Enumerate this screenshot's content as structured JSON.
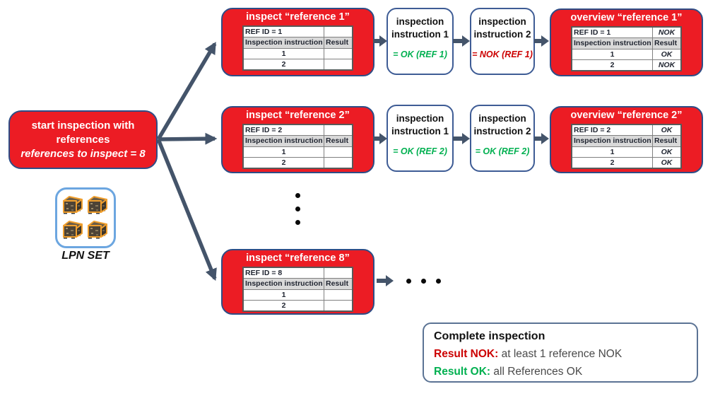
{
  "colors": {
    "node_red": "#EC1C24",
    "node_border_navy": "#2E4D86",
    "white_node_border": "#3E5C95",
    "arrow": "#44546A",
    "ok_green": "#00B050",
    "nok_red": "#CC0000",
    "table_header_bg": "#D9D9D9",
    "lpn_border_blue": "#6CA6E0"
  },
  "start_box": {
    "title": "start inspection with references",
    "subtitle": "references to inspect = 8"
  },
  "lpn": {
    "label": "LPN SET"
  },
  "row1": {
    "inspect_title": "inspect “reference 1”",
    "inspect_table": {
      "ref_id": "REF ID = 1",
      "instruction_header": "Inspection instruction",
      "result_header": "Result",
      "item1": "1",
      "item2": "2"
    },
    "instruction1": {
      "line1": "inspection",
      "line2": "instruction 1",
      "result": "= OK (REF 1)"
    },
    "instruction2": {
      "line1": "inspection",
      "line2": "instruction 2",
      "result": "= NOK (REF 1)"
    },
    "overview_title": "overview “reference 1”",
    "overview_table": {
      "ref_id": "REF ID = 1",
      "ref_result": "NOK",
      "instruction_header": "Inspection instruction",
      "result_header": "Result",
      "item1": "1",
      "item1_result": "OK",
      "item2": "2",
      "item2_result": "NOK"
    }
  },
  "row2": {
    "inspect_title": "inspect “reference 2”",
    "inspect_table": {
      "ref_id": "REF ID = 2",
      "instruction_header": "Inspection instruction",
      "result_header": "Result",
      "item1": "1",
      "item2": "2"
    },
    "instruction1": {
      "line1": "inspection",
      "line2": "instruction 1",
      "result": "= OK (REF 2)"
    },
    "instruction2": {
      "line1": "inspection",
      "line2": "instruction 2",
      "result": "= OK (REF 2)"
    },
    "overview_title": "overview “reference 2”",
    "overview_table": {
      "ref_id": "REF ID = 2",
      "ref_result": "OK",
      "instruction_header": "Inspection instruction",
      "result_header": "Result",
      "item1": "1",
      "item1_result": "OK",
      "item2": "2",
      "item2_result": "OK"
    }
  },
  "row8": {
    "inspect_title": "inspect “reference 8”",
    "inspect_table": {
      "ref_id": "REF ID = 8",
      "instruction_header": "Inspection instruction",
      "result_header": "Result",
      "item1": "1",
      "item2": "2"
    }
  },
  "complete": {
    "title": "Complete inspection",
    "nok_label": "Result NOK:",
    "nok_text": " at least 1 reference  NOK",
    "ok_label": "Result OK:",
    "ok_text": " all References  OK"
  }
}
